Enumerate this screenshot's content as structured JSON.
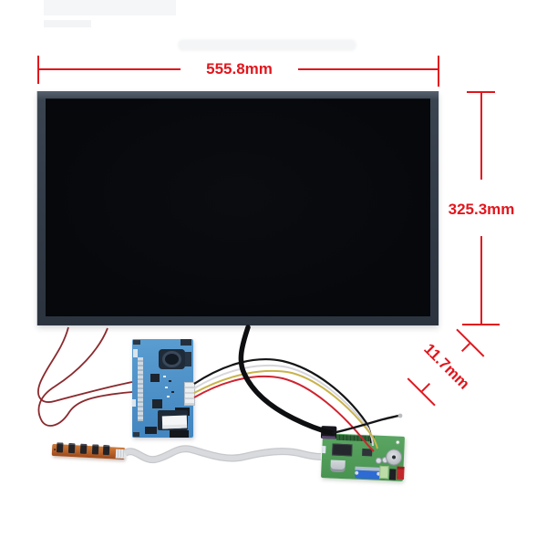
{
  "annotations": {
    "width_label": "555.8mm",
    "height_label": "325.3mm",
    "thickness_label": "11.7mm"
  },
  "colors": {
    "annotation_red": "#e2161d",
    "background": "#ffffff",
    "panel_bezel": "#333c48",
    "panel_screen": "#07090c",
    "driver_board_blue": "#4f94cb",
    "controller_board_green": "#4f9b57",
    "button_board_orange": "#b85c28",
    "vga_connector_blue": "#2e6bd4",
    "wire_black": "#141517",
    "wire_white": "#d6d6dc",
    "wire_yellow": "#c9b34c",
    "wire_red": "#cf2430",
    "wire_maroon": "#8b2a2e",
    "ribbon_gray": "#d9dadd",
    "cable_black": "#0e0f11"
  }
}
